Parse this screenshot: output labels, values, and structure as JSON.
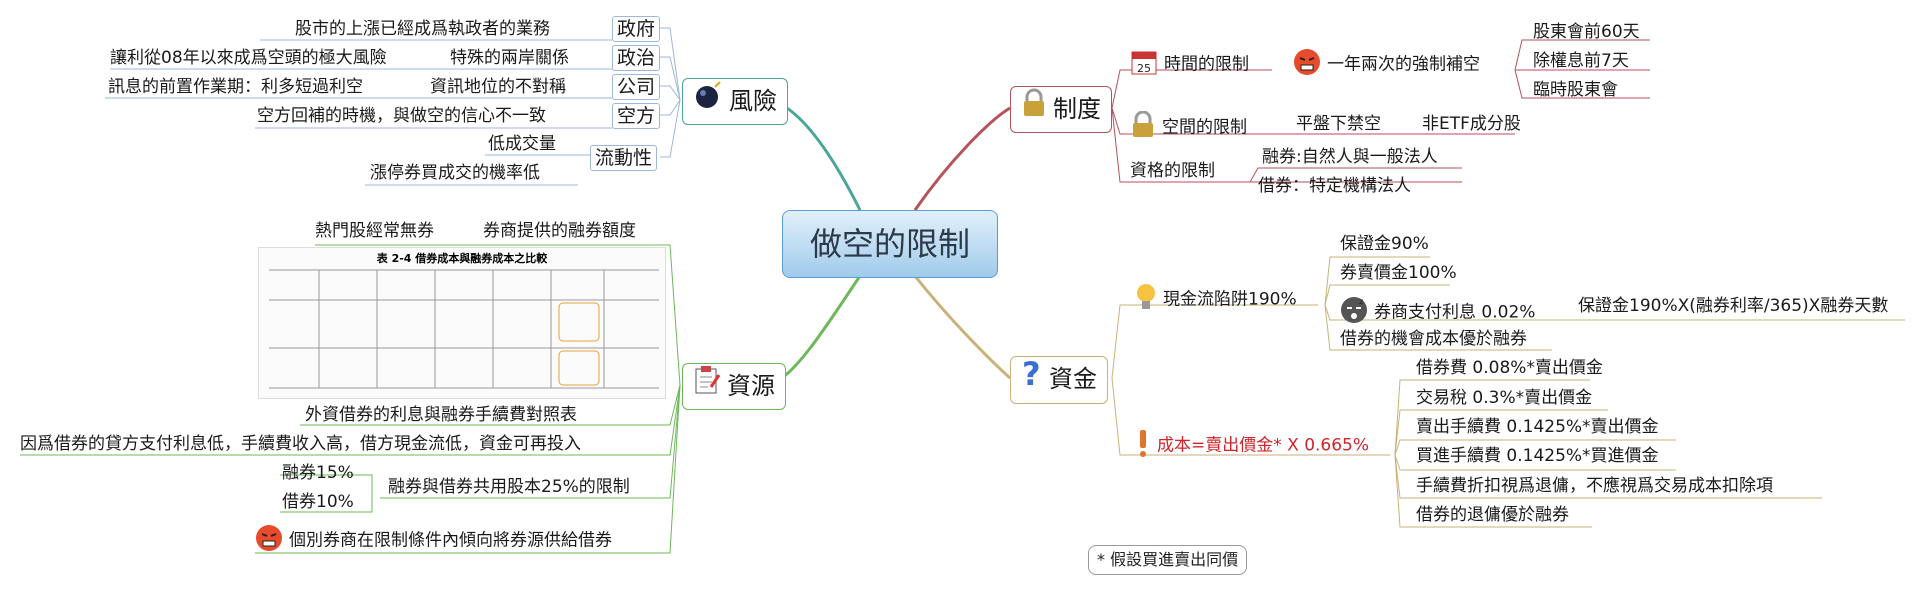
{
  "center": "做空的限制",
  "note": "* 假設買進賣出同價",
  "risk": {
    "label": "風險",
    "gov": {
      "box": "政府",
      "text": "股市的上漲已經成爲執政者的業務"
    },
    "pol": {
      "box": "政治",
      "mid": "特殊的兩岸關係",
      "text": "讓利從08年以來成爲空頭的極大風險"
    },
    "corp": {
      "box": "公司",
      "mid": "資訊地位的不對稱",
      "text": "訊息的前置作業期：利多短過利空"
    },
    "short": {
      "box": "空方",
      "text": "空方回補的時機，與做空的信心不一致"
    },
    "liq": {
      "box": "流動性",
      "a": "低成交量",
      "b": "漲停券買成交的機率低"
    }
  },
  "resource": {
    "label": "資源",
    "top_mid": "券商提供的融券額度",
    "top_text": "熱門股經常無券",
    "table_title": "表 2-4  借券成本與融券成本之比較",
    "caption": "外資借券的利息與融券手續費對照表",
    "reason": "因爲借券的貸方支付利息低，手續費收入高，借方現金流低，資金可再投入",
    "share_mid": "融券與借券共用股本25%的限制",
    "share_a": "融券15%",
    "share_b": "借券10%",
    "broker": "個別券商在限制條件內傾向將券源供給借券"
  },
  "system": {
    "label": "制度",
    "time": "時間的限制",
    "time_mid": "一年兩次的強制補空",
    "time_items": [
      "股東會前60天",
      "除權息前7天",
      "臨時股東會"
    ],
    "space": "空間的限制",
    "space_mid": "平盤下禁空",
    "space_end": "非ETF成分股",
    "qual": "資格的限制",
    "qual_items": [
      "融券:自然人與一般法人",
      "借券：特定機構法人"
    ]
  },
  "capital": {
    "label": "資金",
    "trap": "現金流陷阱190%",
    "trap_items": [
      "保證金90%",
      "券賣價金100%",
      "券商支付利息 0.02%",
      "借券的機會成本優於融券"
    ],
    "interest_formula": "保證金190%X(融券利率/365)X融券天數",
    "cost": "成本=賣出價金* X 0.665%",
    "cost_items": [
      "借券費 0.08%*賣出價金",
      "交易稅 0.3%*賣出價金",
      "賣出手續費 0.1425%*賣出價金",
      "買進手續費 0.1425%*買進價金",
      "手續費折扣視爲退傭，不應視爲交易成本扣除項",
      "借券的退傭優於融券"
    ]
  }
}
